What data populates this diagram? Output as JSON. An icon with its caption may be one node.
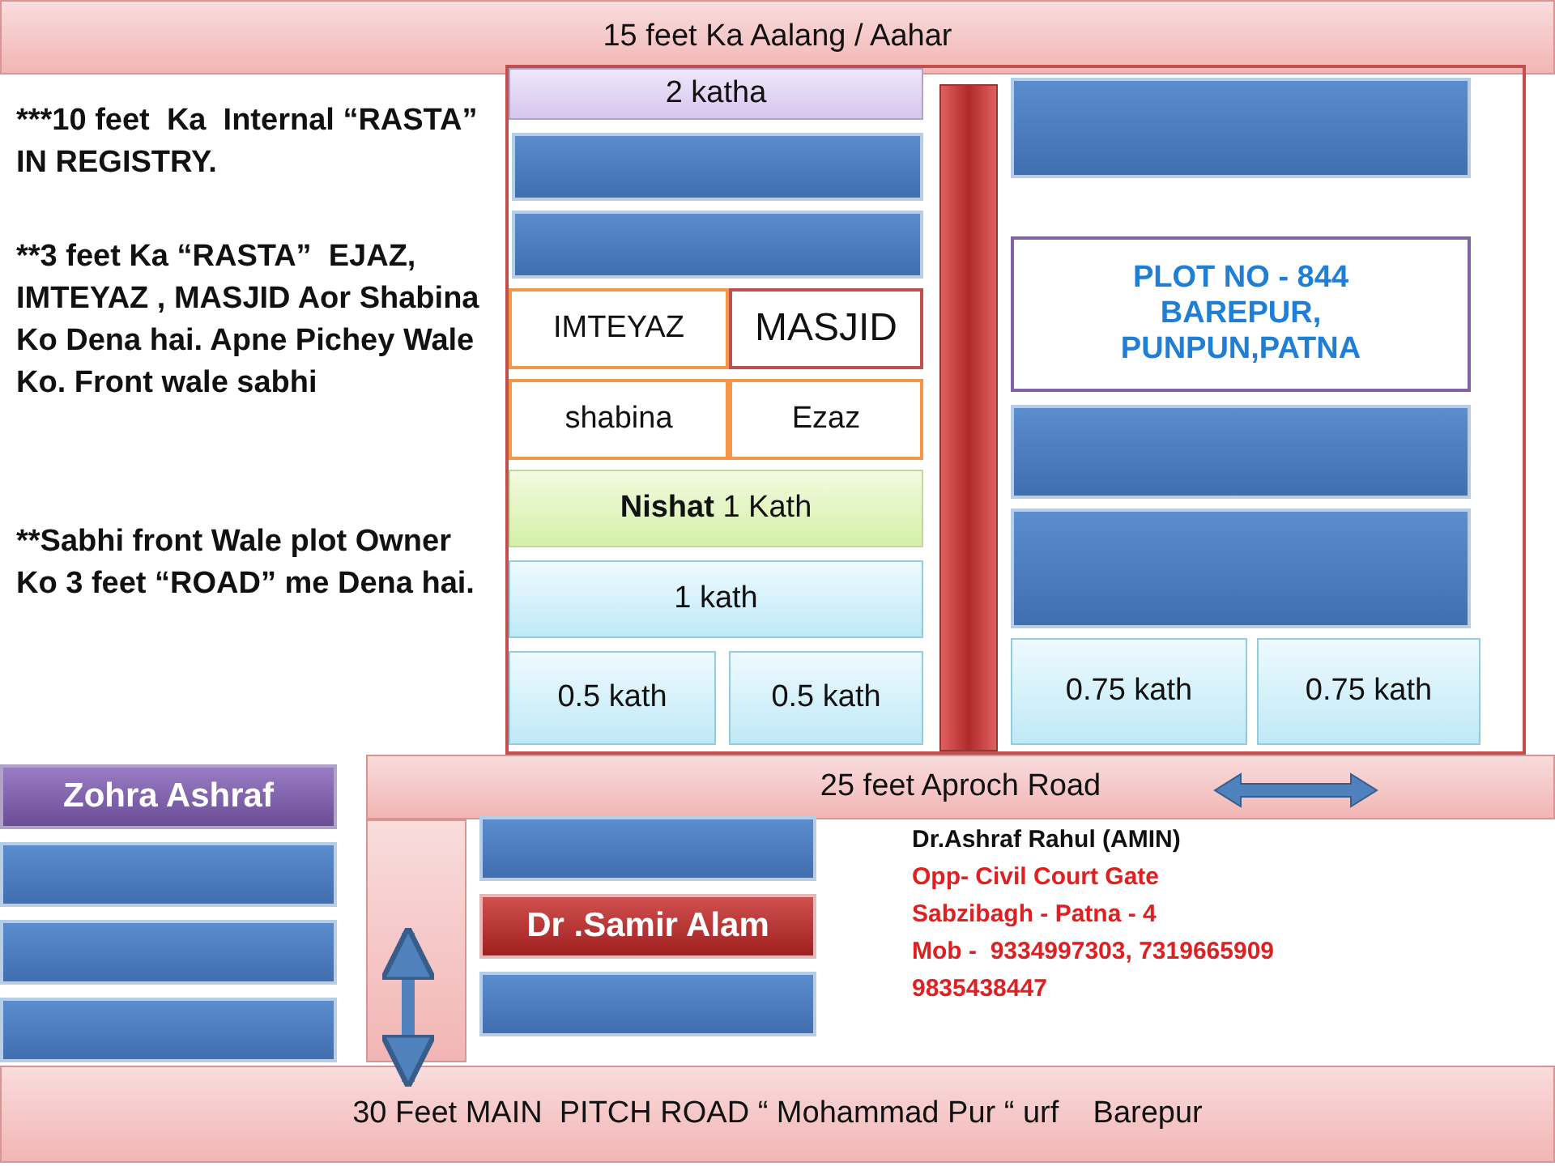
{
  "diagram": {
    "nodes": [
      {
        "text": [
          "15 feet Ka Aalang / Aahar"
        ]
      },
      {
        "text": [],
        "shape": "box"
      },
      {
        "text": [
          "2 katha"
        ],
        "in": 1
      },
      {
        "text": [],
        "shape": "box",
        "in": 1
      },
      {
        "text": [],
        "shape": "box",
        "in": 1
      },
      {
        "text": [
          "IMTEYAZ"
        ],
        "in": 1
      },
      {
        "text": [
          "MASJID"
        ],
        "in": 1
      },
      {
        "text": [
          "shabina"
        ],
        "in": 1
      },
      {
        "text": [
          "Ezaz"
        ],
        "in": 1
      },
      {
        "text": [
          "**Nishat** 1 Kath"
        ],
        "in": 1
      },
      {
        "text": [
          "1 kath"
        ],
        "in": 1
      },
      {
        "text": [
          "0.5 kath"
        ],
        "in": 1
      },
      {
        "text": [
          "0.5 kath"
        ],
        "in": 1
      },
      {
        "text": [],
        "shape": "bar",
        "in": 1
      },
      {
        "text": [],
        "shape": "box",
        "in": 1
      },
      {
        "text": [
          "PLOT NO - 844 BAREPUR, PUNPUN,PATNA"
        ],
        "in": 1
      },
      {
        "text": [],
        "shape": "box",
        "in": 1
      },
      {
        "text": [],
        "shape": "box",
        "in": 1
      },
      {
        "text": [
          "0.75 kath"
        ],
        "in": 1
      },
      {
        "text": [
          "0.75 kath"
        ],
        "in": 1
      },
      {
        "text": [
          "25 feet Aproch Road"
        ]
      },
      {
        "text": [
          "Zohra Ashraf"
        ]
      },
      {
        "text": [],
        "shape": "box"
      },
      {
        "text": [],
        "shape": "box"
      },
      {
        "text": [],
        "shape": "box"
      },
      {
        "text": [],
        "shape": "bar"
      },
      {
        "text": [],
        "shape": "box"
      },
      {
        "text": [
          "Dr .Samir Alam"
        ]
      },
      {
        "text": [],
        "shape": "box"
      },
      {
        "text": [
          "30 Feet MAIN  PITCH ROAD “ Mohammad Pur “ urf    Barepur"
        ]
      }
    ],
    "edges": [
      {
        "from": 25,
        "to": 29,
        "arrow": "both"
      }
    ],
    "labels": [
      "***10 feet  Ka  Internal “RASTA”  IN REGISTRY.",
      "**3 feet Ka “RASTA”  EJAZ, IMTEYAZ , MASJID Aor Shabina Ko Dena hai. Apne Pichey Wale Ko. Front wale sabhi",
      "**Sabhi front Wale plot Owner Ko 3 feet “ROAD” me Dena hai.",
      "Dr.Ashraf Rahul (AMIN)",
      "Opp- Civil Court Gate",
      "Sabzibagh - Patna - 4",
      "Mob -  9334997303, 7319665909",
      "9835438447"
    ]
  }
}
